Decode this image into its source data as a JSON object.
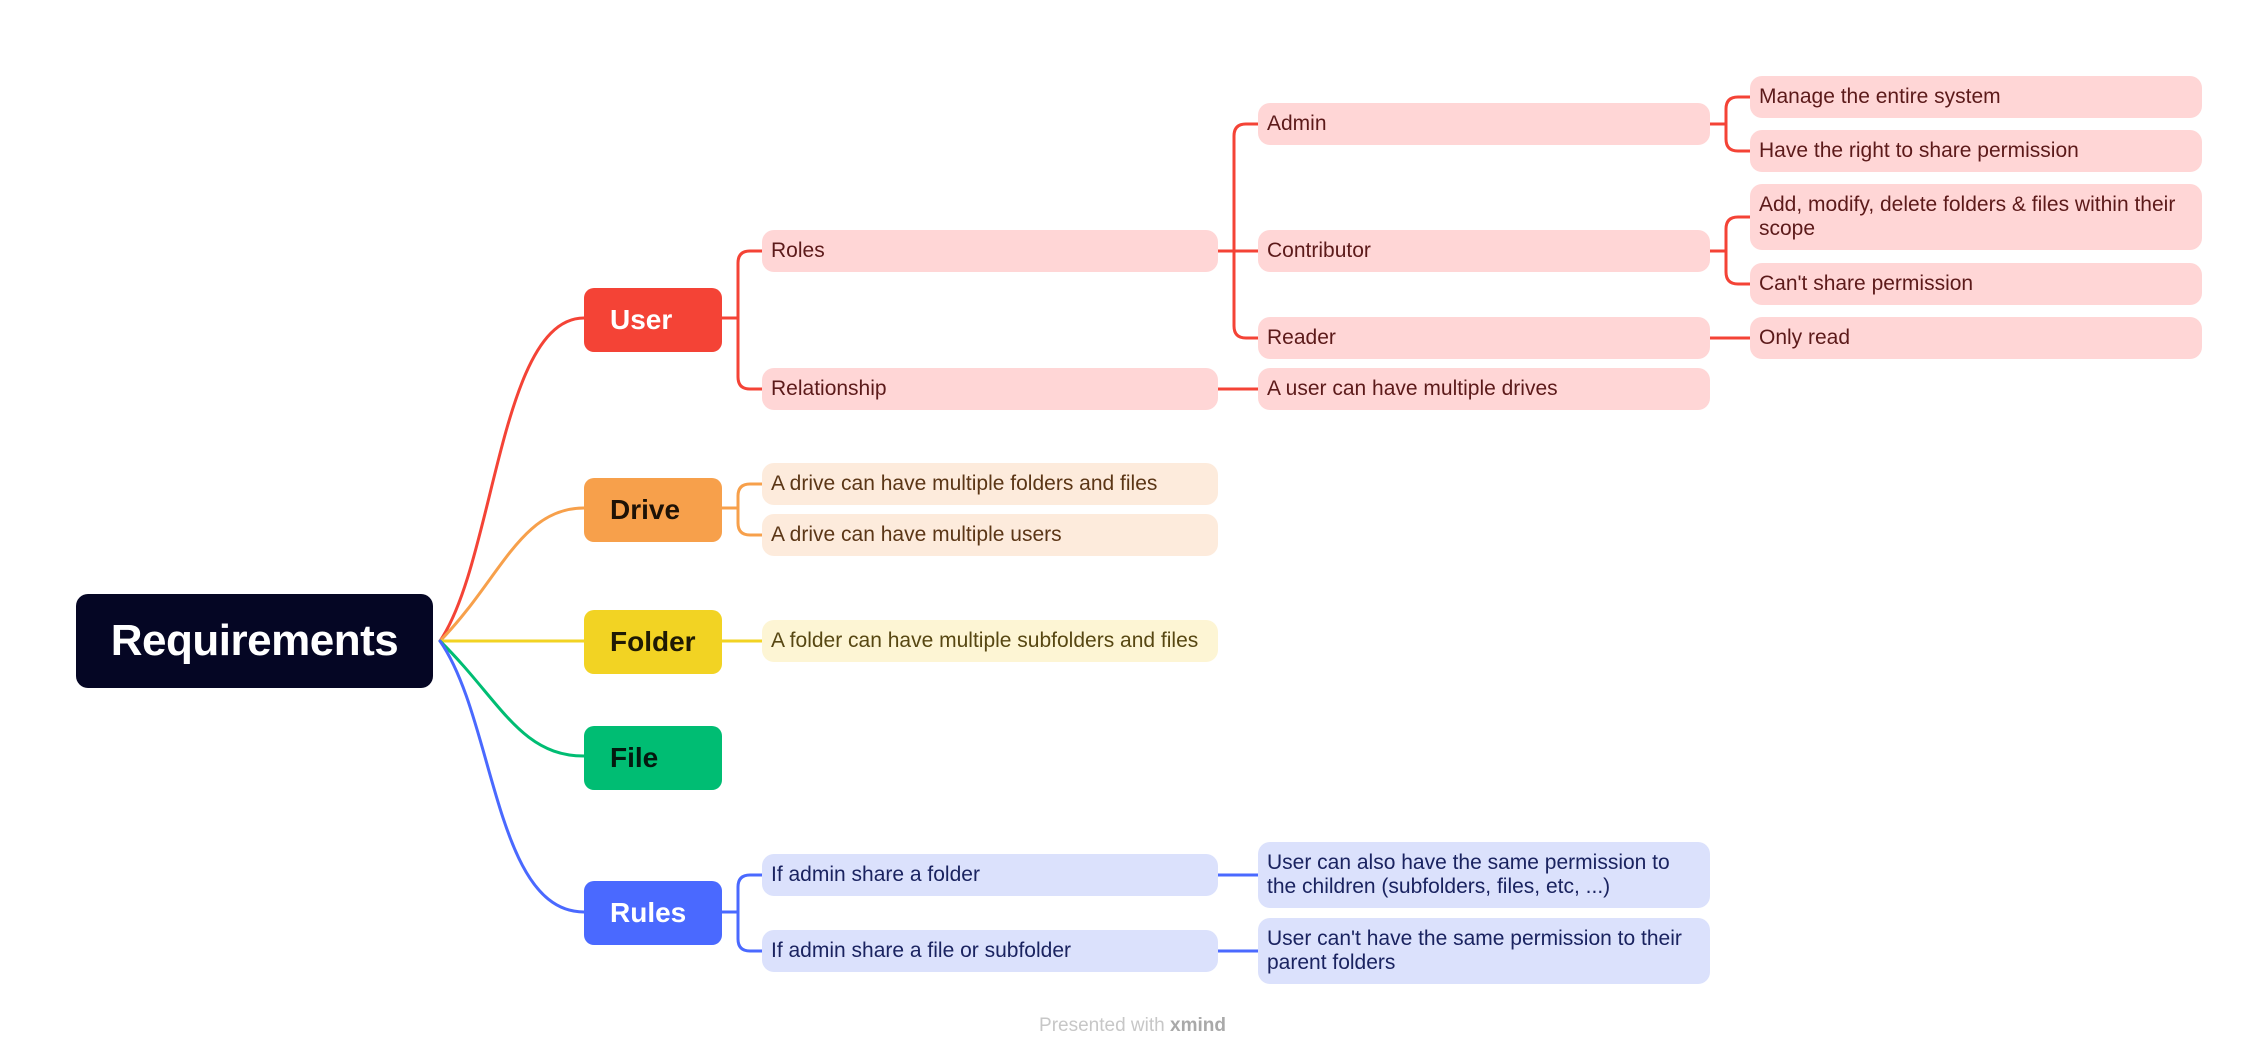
{
  "root": {
    "label": "Requirements"
  },
  "colors": {
    "user": "#f44336",
    "drive": "#f7a04b",
    "folder": "#f2d323",
    "file": "#00bd73",
    "rules": "#4a69ff",
    "root_bg": "#050624"
  },
  "branches": {
    "user": {
      "label": "User",
      "roles": {
        "label": "Roles",
        "admin": {
          "label": "Admin",
          "details": [
            "Manage the entire system",
            "Have the right to share permission"
          ]
        },
        "contributor": {
          "label": "Contributor",
          "details": [
            "Add, modify, delete folders & files within their scope",
            "Can't share permission"
          ]
        },
        "reader": {
          "label": "Reader",
          "details": [
            "Only read"
          ]
        }
      },
      "relationship": {
        "label": "Relationship",
        "detail": "A user can have multiple drives"
      }
    },
    "drive": {
      "label": "Drive",
      "items": [
        "A drive can have multiple folders and files",
        "A drive can have multiple users"
      ]
    },
    "folder": {
      "label": "Folder",
      "items": [
        "A folder can have multiple subfolders and files"
      ]
    },
    "file": {
      "label": "File"
    },
    "rules": {
      "label": "Rules",
      "items": [
        {
          "condition": "If admin share a folder",
          "result": "User can also have the same permission to the children (subfolders, files, etc, ...)"
        },
        {
          "condition": "If admin share a file or subfolder",
          "result": "User can't have the same permission to their parent folders"
        }
      ]
    }
  },
  "footer": {
    "prefix": "Presented with",
    "brand": "xmind"
  }
}
